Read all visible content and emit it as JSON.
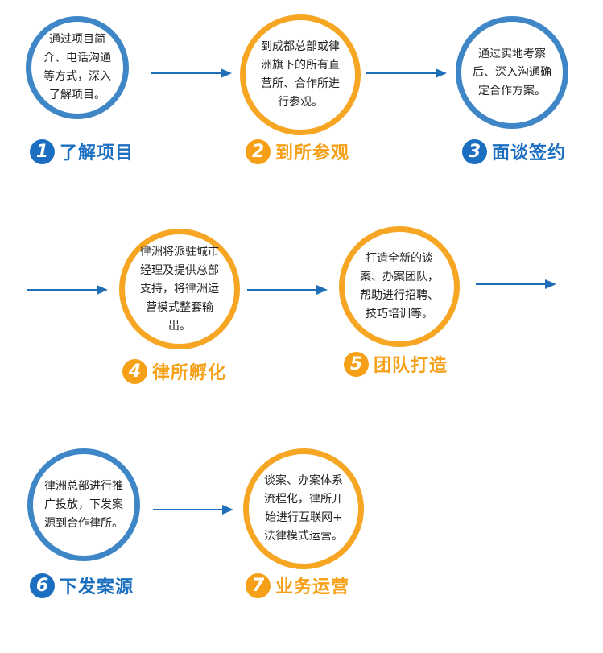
{
  "steps": [
    {
      "number": "1",
      "title": "了解项目",
      "text": "通过项目简\n介、电话沟通\n等方式，深入\n了解项目。",
      "color": "#3f86c6"
    },
    {
      "number": "2",
      "title": "到所参观",
      "text": "到成都总部或律\n洲旗下的所有直\n营所、合作所进\n行参观。",
      "color": "#f6a623"
    },
    {
      "number": "3",
      "title": "面谈签约",
      "text": "通过实地考察\n后、深入沟通确\n定合作方案。",
      "color": "#3f86c6"
    },
    {
      "number": "4",
      "title": "律所孵化",
      "text": "律洲将派驻城市\n经理及提供总部\n支持，将律洲运\n营模式整套输\n出。",
      "color": "#f6a623"
    },
    {
      "number": "5",
      "title": "团队打造",
      "text": "打造全新的谈\n案、办案团队，\n帮助进行招聘、\n技巧培训等。",
      "color": "#f6a623"
    },
    {
      "number": "6",
      "title": "下发案源",
      "text": "律洲总部进行推\n广投放，下发案\n源到合作律所。",
      "color": "#3f86c6"
    },
    {
      "number": "7",
      "title": "业务运营",
      "text": "谈案、办案体系\n流程化，律所开\n始进行互联网+\n法律模式运营。",
      "color": "#f6a623"
    }
  ],
  "colors": {
    "blue": "#1c6fc0",
    "orange": "#f5a017",
    "arrow": "#1e6fb8"
  }
}
